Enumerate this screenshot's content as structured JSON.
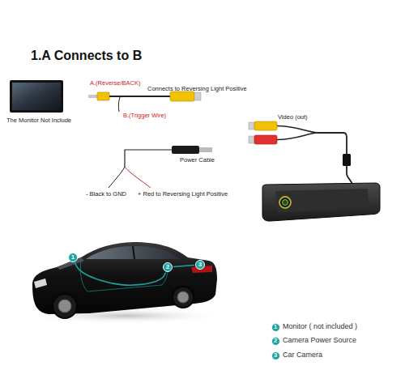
{
  "diagram": {
    "title": "1.A Connects to B",
    "nodes": [
      {
        "text": [
          "1"
        ]
      },
      {
        "text": [
          "2"
        ]
      },
      {
        "text": [
          "3"
        ]
      },
      {
        "text": [
          "1"
        ]
      },
      {
        "text": [
          "2"
        ]
      },
      {
        "text": [
          "3"
        ]
      }
    ],
    "edges": [
      {
        "from": 0,
        "to": 1,
        "arrow": "none"
      },
      {
        "from": 1,
        "to": 2,
        "arrow": "none"
      }
    ],
    "labels": [
      "A.(Reverse/BACK)",
      "Connects to Reversing Light Positive",
      "The Monitor Not Include",
      "B.(Trigger Wire)",
      "Video (out)",
      "Power Cable",
      "- Black to GND",
      "+ Red to Reversing Light Positive",
      "Monitor ( not included )",
      "Camera Power Source",
      "Car Camera"
    ]
  }
}
